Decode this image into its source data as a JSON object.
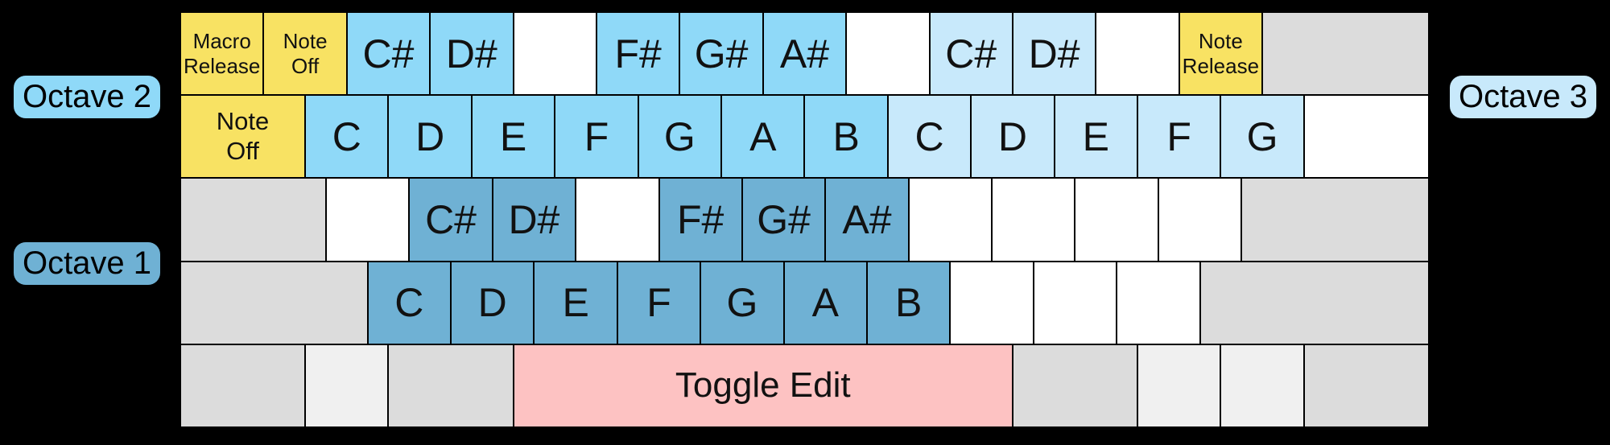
{
  "background": "#000000",
  "colors": {
    "octave1": "#6fb1d4",
    "octave2": "#8fd9f8",
    "octave3": "#c8e9fb",
    "command": "#f8e263",
    "toggle": "#fdc2c2",
    "gray": "#dcdcdc",
    "gray_light": "#f0f0f0",
    "blank": "#ffffff",
    "key_border": "#000000",
    "text": "#111111"
  },
  "octave_labels": {
    "octave1": "Octave 1",
    "octave2": "Octave 2",
    "octave3": "Octave 3"
  },
  "keyboard": {
    "rows": [
      {
        "keys": [
          {
            "label": "Macro\nRelease",
            "type": "command",
            "size": "small"
          },
          {
            "label": "Note\nOff",
            "type": "command",
            "size": "small"
          },
          {
            "label": "C#",
            "type": "octave2"
          },
          {
            "label": "D#",
            "type": "octave2"
          },
          {
            "label": "",
            "type": "blank"
          },
          {
            "label": "F#",
            "type": "octave2"
          },
          {
            "label": "G#",
            "type": "octave2"
          },
          {
            "label": "A#",
            "type": "octave2"
          },
          {
            "label": "",
            "type": "blank"
          },
          {
            "label": "C#",
            "type": "octave3"
          },
          {
            "label": "D#",
            "type": "octave3"
          },
          {
            "label": "",
            "type": "blank"
          },
          {
            "label": "Note\nRelease",
            "type": "command",
            "size": "small"
          },
          {
            "label": "",
            "type": "gray",
            "w": 2
          }
        ]
      },
      {
        "keys": [
          {
            "label": "Note\nOff",
            "type": "command",
            "w": 1.5,
            "size": "medium"
          },
          {
            "label": "C",
            "type": "octave2"
          },
          {
            "label": "D",
            "type": "octave2"
          },
          {
            "label": "E",
            "type": "octave2"
          },
          {
            "label": "F",
            "type": "octave2"
          },
          {
            "label": "G",
            "type": "octave2"
          },
          {
            "label": "A",
            "type": "octave2"
          },
          {
            "label": "B",
            "type": "octave2"
          },
          {
            "label": "C",
            "type": "octave3"
          },
          {
            "label": "D",
            "type": "octave3"
          },
          {
            "label": "E",
            "type": "octave3"
          },
          {
            "label": "F",
            "type": "octave3"
          },
          {
            "label": "G",
            "type": "octave3"
          },
          {
            "label": "",
            "type": "blank",
            "w": 1.5
          }
        ]
      },
      {
        "keys": [
          {
            "label": "",
            "type": "gray",
            "w": 1.75
          },
          {
            "label": "",
            "type": "blank"
          },
          {
            "label": "C#",
            "type": "octave1"
          },
          {
            "label": "D#",
            "type": "octave1"
          },
          {
            "label": "",
            "type": "blank"
          },
          {
            "label": "F#",
            "type": "octave1"
          },
          {
            "label": "G#",
            "type": "octave1"
          },
          {
            "label": "A#",
            "type": "octave1"
          },
          {
            "label": "",
            "type": "blank"
          },
          {
            "label": "",
            "type": "blank"
          },
          {
            "label": "",
            "type": "blank"
          },
          {
            "label": "",
            "type": "blank"
          },
          {
            "label": "",
            "type": "gray",
            "w": 2.25
          }
        ]
      },
      {
        "keys": [
          {
            "label": "",
            "type": "gray",
            "w": 2.25
          },
          {
            "label": "C",
            "type": "octave1"
          },
          {
            "label": "D",
            "type": "octave1"
          },
          {
            "label": "E",
            "type": "octave1"
          },
          {
            "label": "F",
            "type": "octave1"
          },
          {
            "label": "G",
            "type": "octave1"
          },
          {
            "label": "A",
            "type": "octave1"
          },
          {
            "label": "B",
            "type": "octave1"
          },
          {
            "label": "",
            "type": "blank"
          },
          {
            "label": "",
            "type": "blank"
          },
          {
            "label": "",
            "type": "blank"
          },
          {
            "label": "",
            "type": "gray",
            "w": 2.75
          }
        ]
      },
      {
        "keys": [
          {
            "label": "",
            "type": "gray",
            "w": 1.5
          },
          {
            "label": "",
            "type": "gray_light"
          },
          {
            "label": "",
            "type": "gray",
            "w": 1.5
          },
          {
            "label": "Toggle Edit",
            "type": "toggle",
            "w": 6,
            "size": "toggle"
          },
          {
            "label": "",
            "type": "gray",
            "w": 1.5
          },
          {
            "label": "",
            "type": "gray_light"
          },
          {
            "label": "",
            "type": "gray_light"
          },
          {
            "label": "",
            "type": "gray",
            "w": 1.5
          }
        ]
      }
    ]
  }
}
